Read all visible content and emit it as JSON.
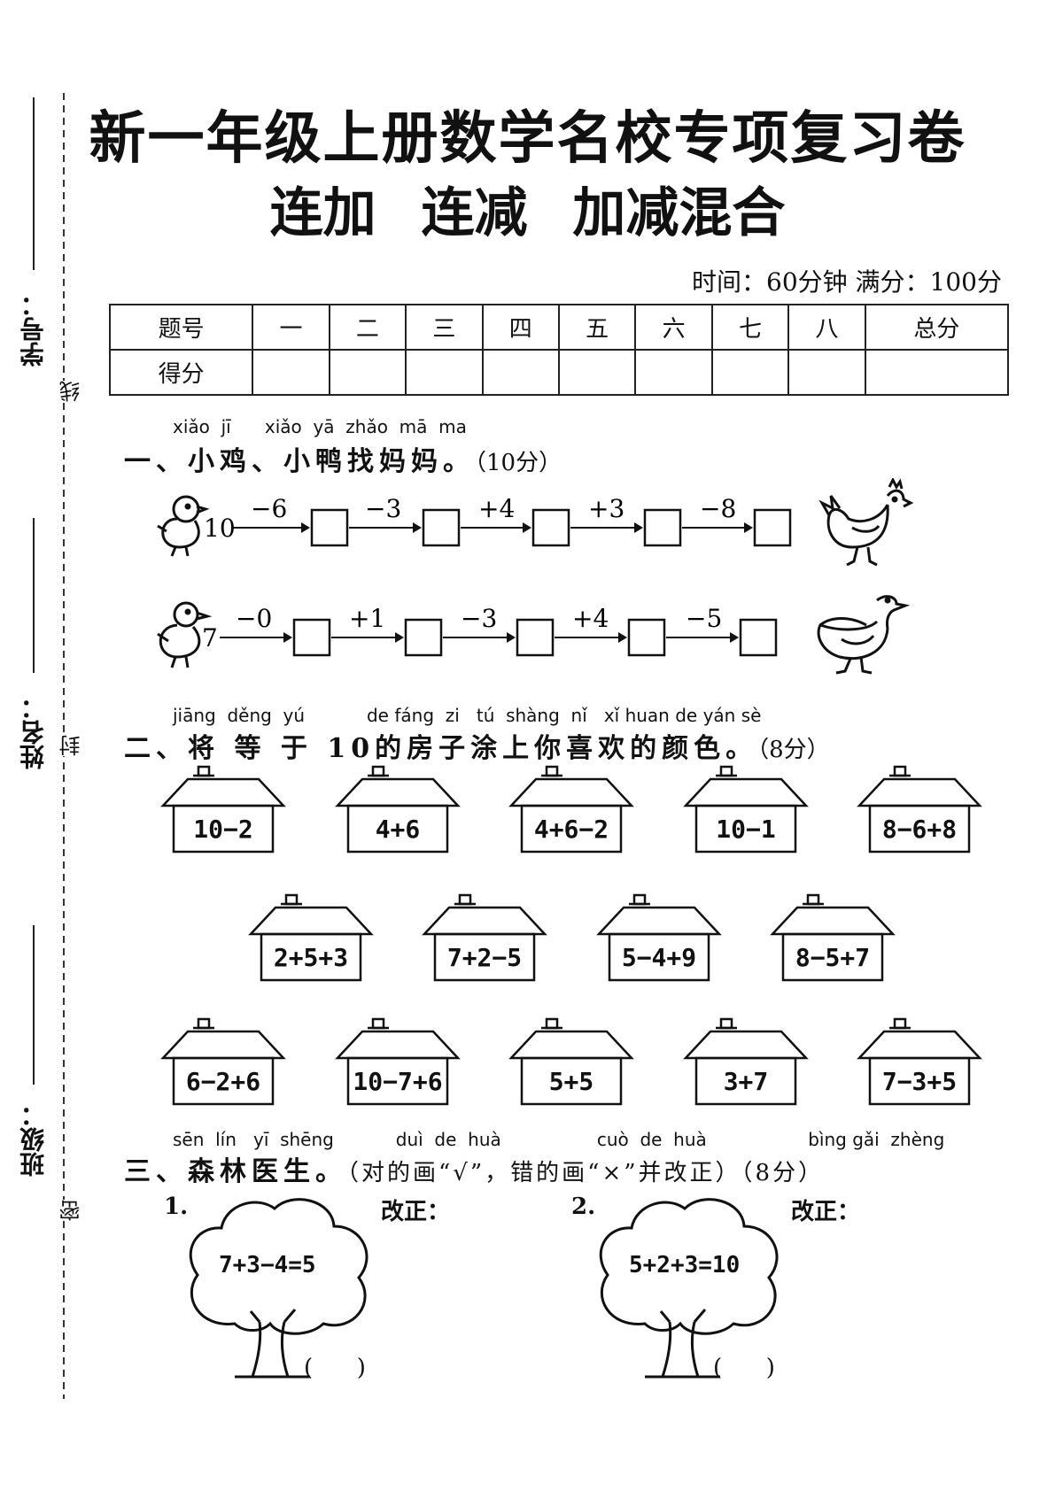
{
  "title": "新一年级上册数学名校专项复习卷",
  "subtitle": "连加  连减  加减混合",
  "meta": "时间：60分钟   满分：100分",
  "score_table": {
    "header": [
      "题号",
      "一",
      "二",
      "三",
      "四",
      "五",
      "六",
      "七",
      "八",
      "总分"
    ],
    "row_label": "得分"
  },
  "side": {
    "student_no": "学号：",
    "name": "姓名：",
    "class": "班级：",
    "line": "线",
    "seal": "封",
    "secret": "密"
  },
  "q1": {
    "pinyin": "xiǎo  jī      xiǎo  yā  zhǎo  mā  ma",
    "heading": "一、小鸡、小鸭找妈妈。",
    "points": "（10分）",
    "chain1": {
      "start": "10",
      "ops": [
        "−6",
        "−3",
        "+4",
        "+3",
        "−8"
      ]
    },
    "chain2": {
      "start": "7",
      "ops": [
        "−0",
        "+1",
        "−3",
        "+4",
        "−5"
      ]
    }
  },
  "q2": {
    "pinyin": "jiāng  děng  yú           de fáng  zi   tú  shàng  nǐ   xǐ huan de yán sè",
    "heading": "二、将 等 于 10的房子涂上你喜欢的颜色。",
    "points": "（8分）",
    "houses": [
      "10−2",
      "4+6",
      "4+6−2",
      "10−1",
      "8−6+8",
      "2+5+3",
      "7+2−5",
      "5−4+9",
      "8−5+7",
      "6−2+6",
      "10−7+6",
      "5+5",
      "3+7",
      "7−3+5"
    ]
  },
  "q3": {
    "pinyin": "sēn  lín   yī  shēng           duì  de  huà                 cuò  de  huà                  bìng gǎi  zhèng",
    "heading": "三、森林医生。",
    "instruction": "（对的画“√”，错的画“×”并改正）（8分）",
    "items": [
      {
        "no": "1.",
        "expr": "7+3−4=5",
        "fix_label": "改正：",
        "paren": "(      )"
      },
      {
        "no": "2.",
        "expr": "5+2+3=10",
        "fix_label": "改正：",
        "paren": "(      )"
      }
    ]
  }
}
